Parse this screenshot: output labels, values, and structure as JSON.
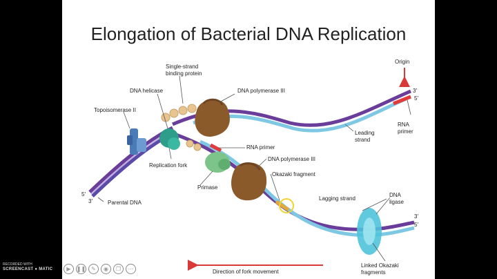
{
  "slide": {
    "title": "Elongation of Bacterial DNA Replication"
  },
  "labels": {
    "single_strand_binding_protein_line1": "Single-strand",
    "single_strand_binding_protein_line2": "binding protein",
    "dna_helicase": "DNA helicase",
    "dna_polymerase_iii_top": "DNA polymerase III",
    "origin": "Origin",
    "topoisomerase_ii": "Topoisomerase II",
    "five_prime": "5′",
    "three_prime": "3′",
    "leading_strand_line1": "Leading",
    "leading_strand_line2": "strand",
    "rna_primer_right_line1": "RNA",
    "rna_primer_right_line2": "primer",
    "rna_primer": "RNA primer",
    "replication_fork": "Replication fork",
    "dna_polymerase_iii_bottom": "DNA polymerase III",
    "okazaki_fragment": "Okazaki fragment",
    "primase": "Primase",
    "lagging_strand": "Lagging strand",
    "dna_ligase_line1": "DNA",
    "dna_ligase_line2": "ligase",
    "parental_dna": "Parental DNA",
    "linked_okazaki_line1": "Linked Okazaki",
    "linked_okazaki_line2": "fragments",
    "direction_of_fork_movement": "Direction of fork movement"
  },
  "colors": {
    "parental_strand": "#6a3d9a",
    "leading_strand": "#7ec8e3",
    "primer": "#e23b3b",
    "polymerase": "#8b5a2b",
    "helicase": "#2e9e8a",
    "primase": "#7dc48a",
    "ligase": "#4fc3d9",
    "topoisomerase": "#4a7bb7",
    "ssb": "#e8c48f",
    "arrow": "#d83a3a"
  },
  "watermark": {
    "line1": "RECORDED WITH",
    "line2": "SCREENCAST",
    "line3": "MATIC"
  },
  "player_controls": [
    "play-icon",
    "pause-icon",
    "pen-icon",
    "camera-icon",
    "copy-icon",
    "more-icon"
  ]
}
